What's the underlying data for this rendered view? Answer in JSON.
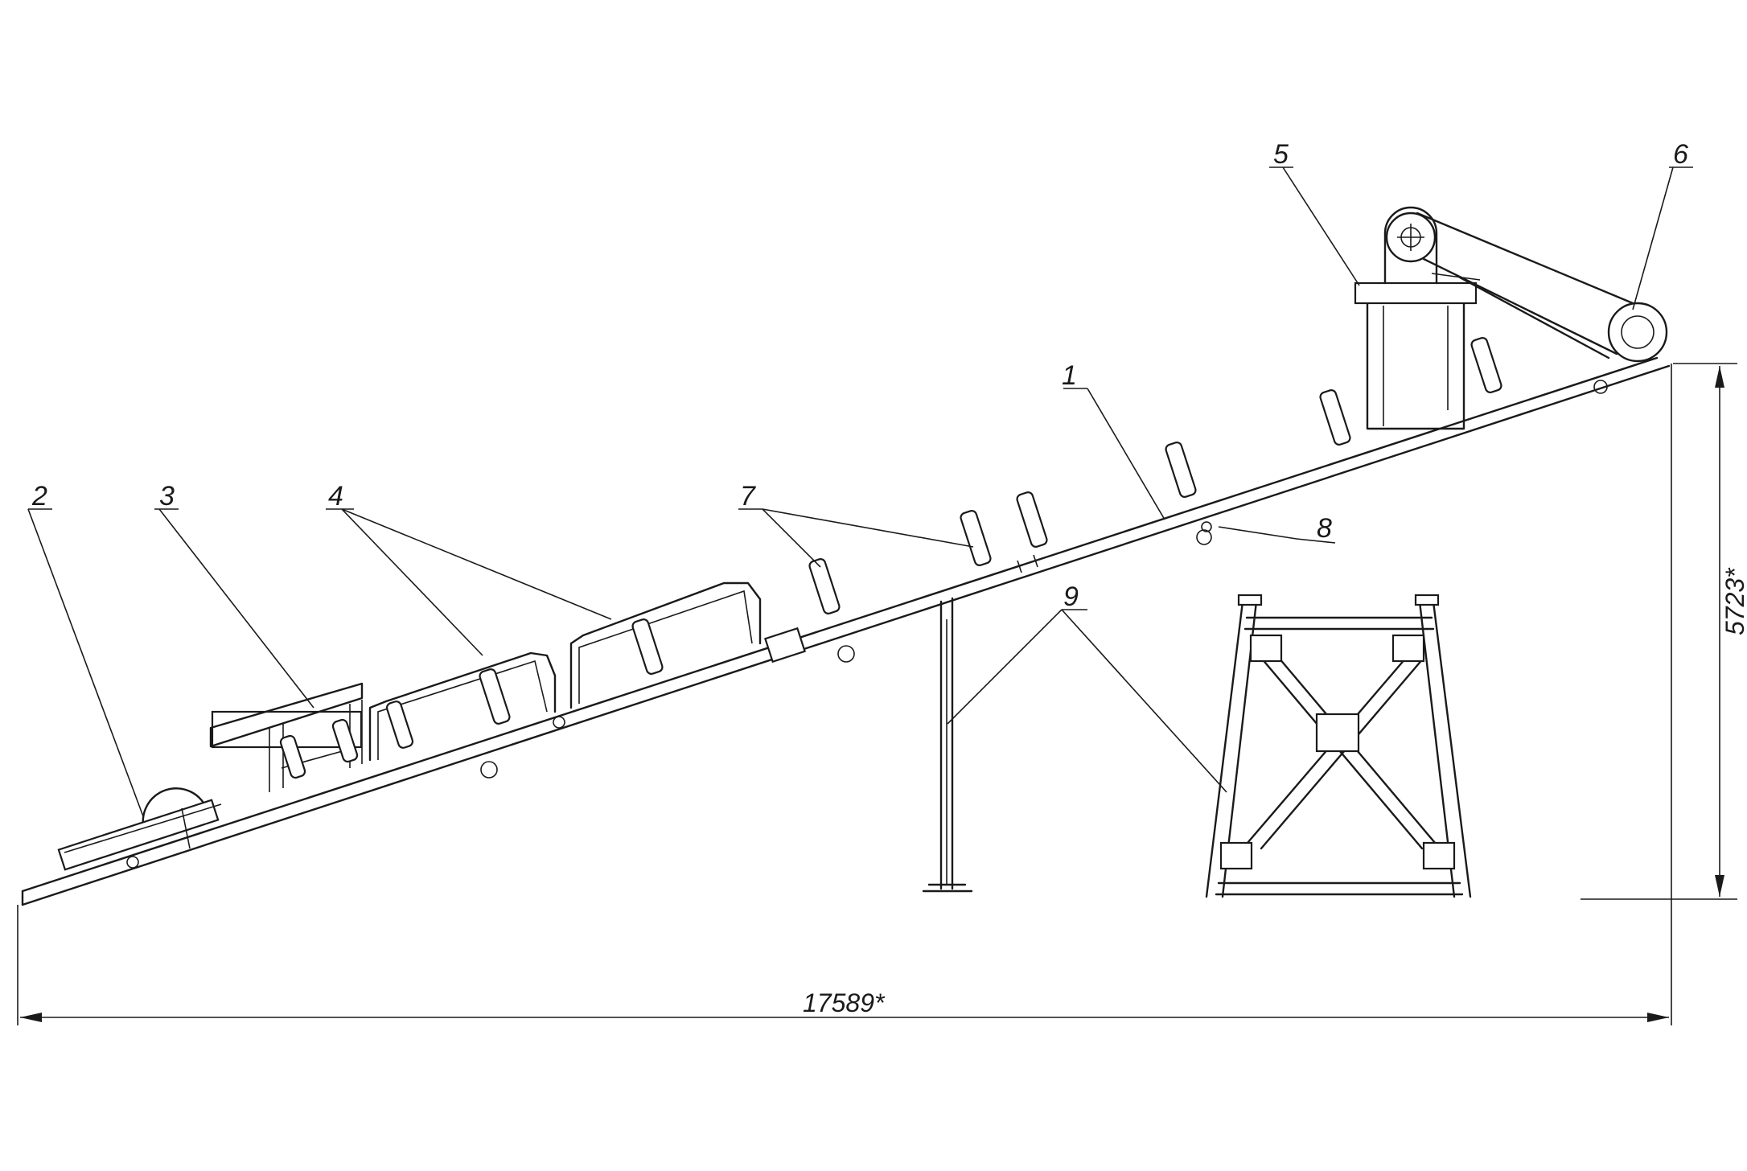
{
  "drawing": {
    "callouts": [
      "1",
      "2",
      "3",
      "4",
      "5",
      "6",
      "7",
      "8",
      "9"
    ],
    "dimensions": {
      "length": "17589*",
      "height": "5723*"
    }
  }
}
